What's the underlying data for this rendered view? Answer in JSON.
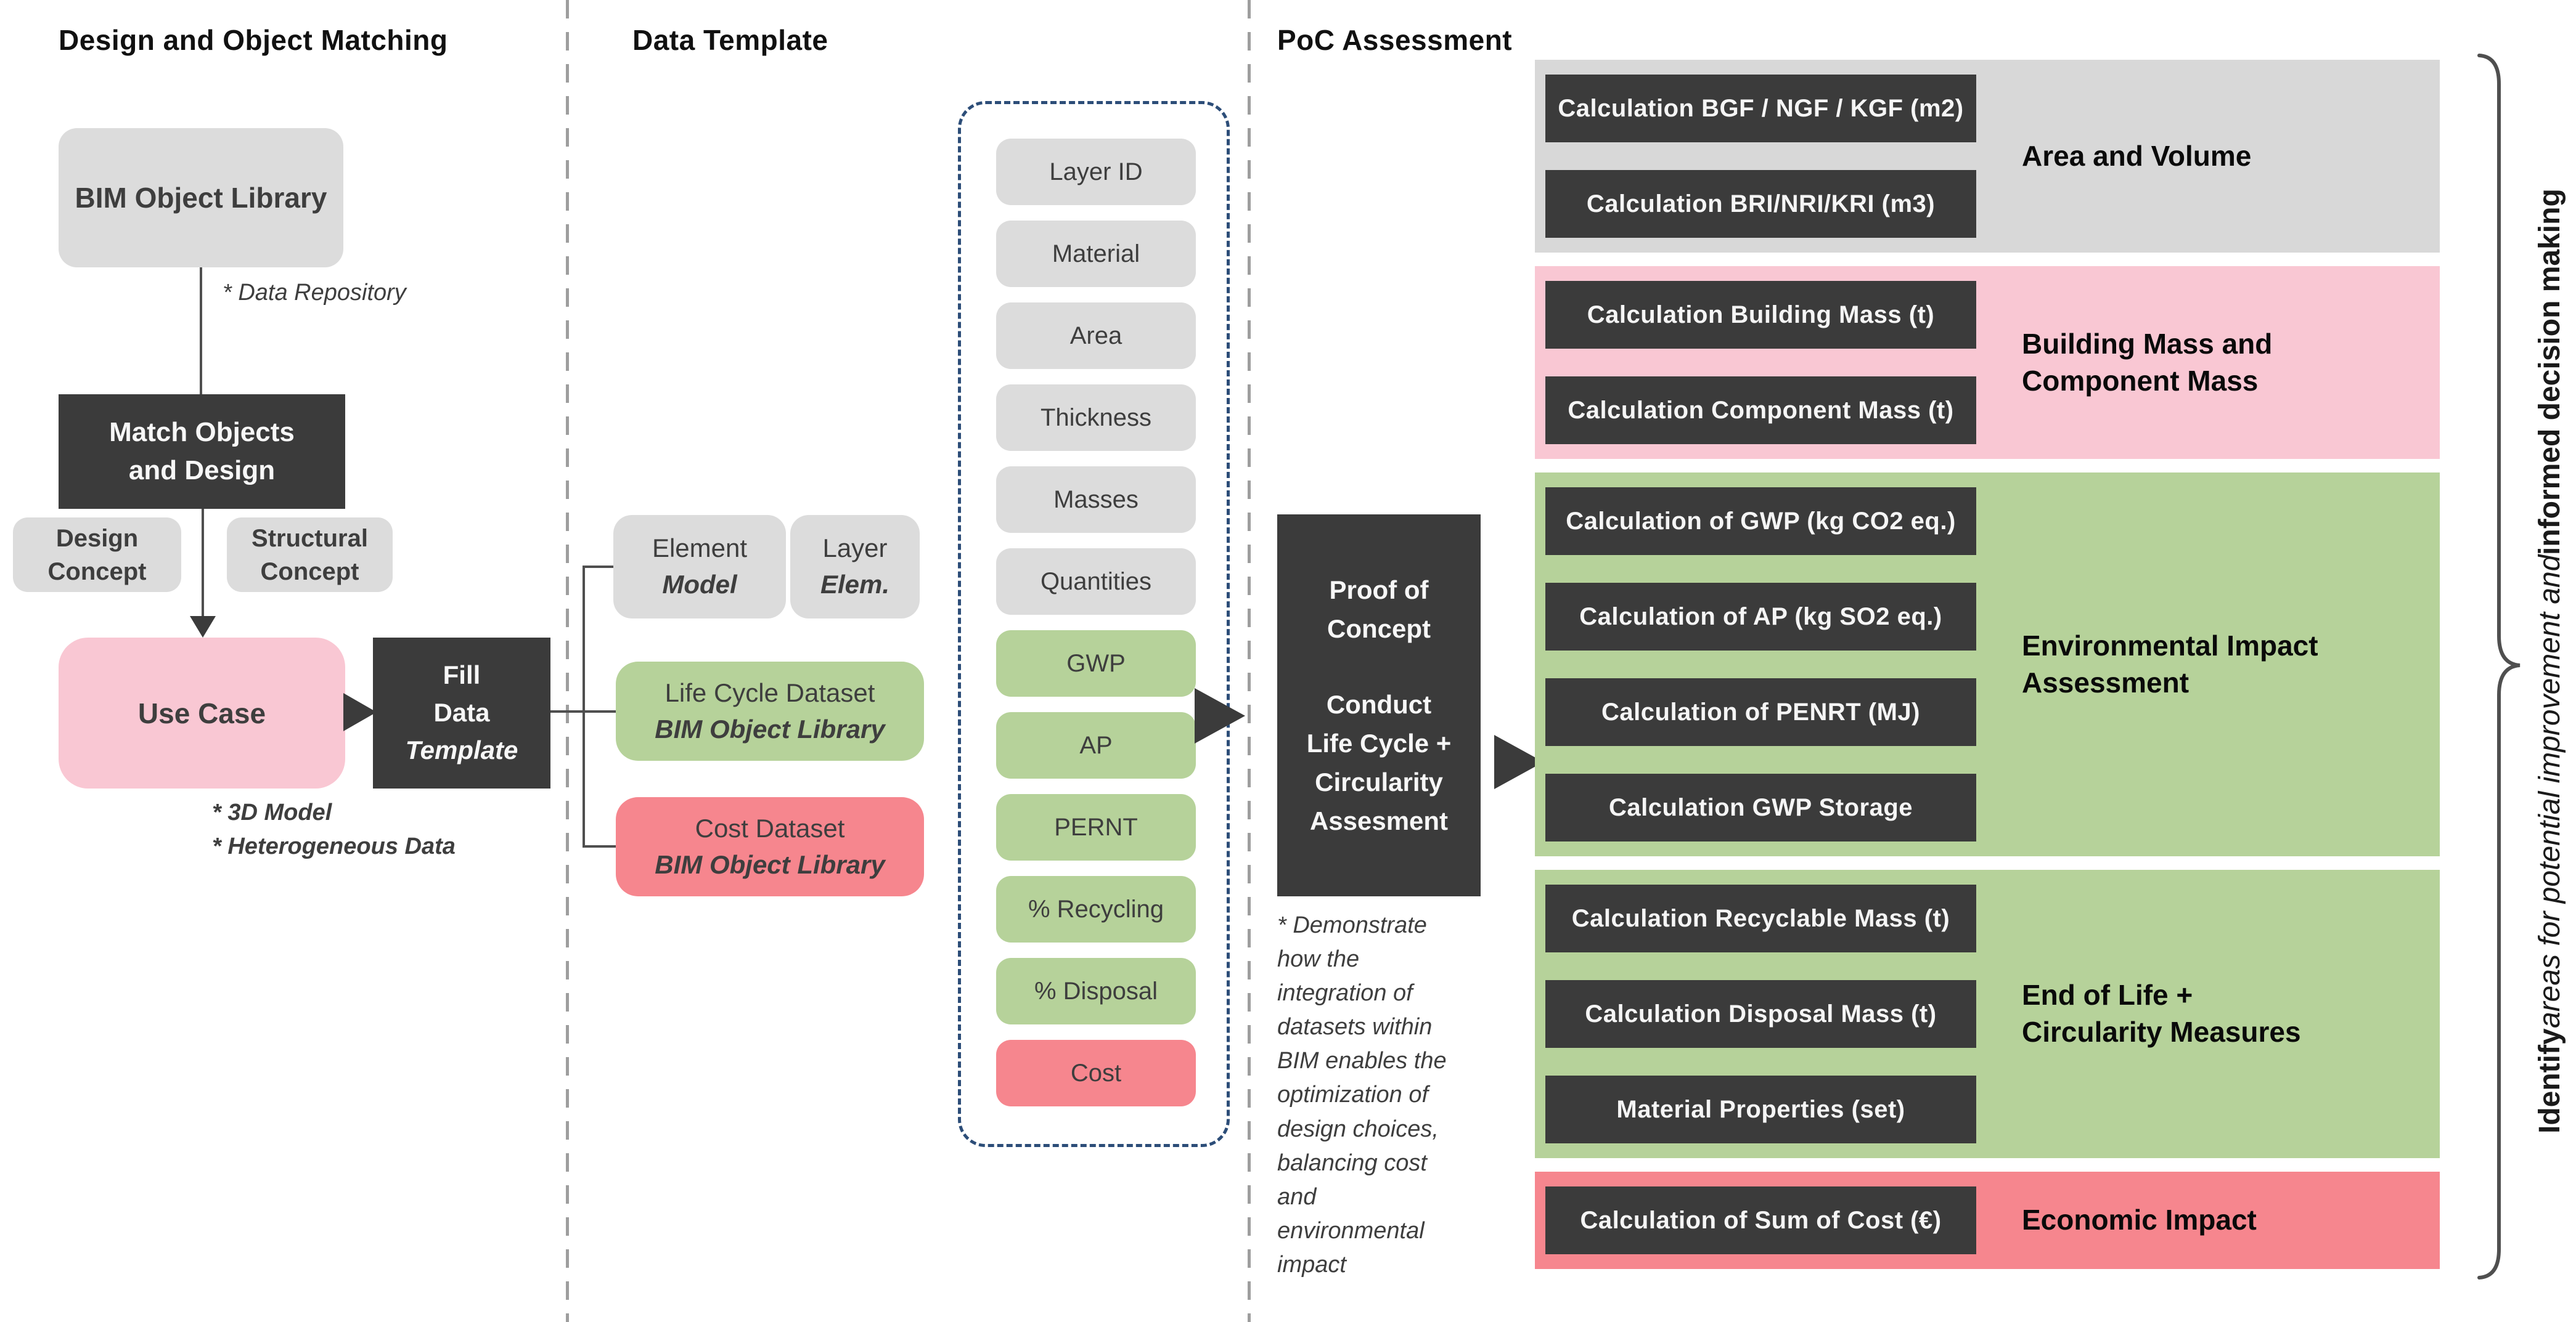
{
  "titles": {
    "left": "Design and Object Matching",
    "middle": "Data Template",
    "right": "PoC Assessment"
  },
  "left_column": {
    "bim_object_library": "BIM Object Library",
    "data_repository_note": "* Data Repository",
    "match_objects": "Match Objects\nand Design",
    "design_concept": "Design\nConcept",
    "structural_concept": "Structural\nConcept",
    "use_case": "Use Case",
    "fill_data_lines": "Fill\nData",
    "fill_data_italic": "Template",
    "model_notes": "* 3D Model\n* Heterogeneous Data"
  },
  "data_template": {
    "element_box": {
      "title": "Element",
      "subtitle": "Model"
    },
    "layer_box": {
      "title": "Layer",
      "subtitle": "Elem."
    },
    "lifecycle_box": {
      "title": "Life Cycle Dataset",
      "subtitle": "BIM Object Library"
    },
    "cost_box": {
      "title": "Cost Dataset",
      "subtitle": "BIM Object Library"
    },
    "fields": [
      {
        "label": "Layer ID",
        "color": "gray"
      },
      {
        "label": "Material",
        "color": "gray"
      },
      {
        "label": "Area",
        "color": "gray"
      },
      {
        "label": "Thickness",
        "color": "gray"
      },
      {
        "label": "Masses",
        "color": "gray"
      },
      {
        "label": "Quantities",
        "color": "gray"
      },
      {
        "label": "GWP",
        "color": "green"
      },
      {
        "label": "AP",
        "color": "green"
      },
      {
        "label": "PERNT",
        "color": "green"
      },
      {
        "label": "% Recycling",
        "color": "green"
      },
      {
        "label": "% Disposal",
        "color": "green"
      },
      {
        "label": "Cost",
        "color": "red"
      }
    ]
  },
  "poc": {
    "proof_heading": "Proof of\nConcept",
    "proof_body": "Conduct\nLife Cycle +\nCircularity\nAssesment",
    "demonstrate_note": "* Demonstrate\nhow the\nintegration of\ndatasets within\nBIM enables the\noptimization of\ndesign choices,\nbalancing cost\nand\nenvironmental\nimpact",
    "groups": [
      {
        "label": "Area and Volume",
        "color": "gray",
        "boxes": [
          "Calculation BGF / NGF / KGF (m2)",
          "Calculation BRI/NRI/KRI (m3)"
        ]
      },
      {
        "label": "Building Mass and\nComponent Mass",
        "color": "pink",
        "boxes": [
          "Calculation Building Mass (t)",
          "Calculation Component Mass (t)"
        ]
      },
      {
        "label": "Environmental Impact\nAssessment",
        "color": "green",
        "boxes": [
          "Calculation of GWP (kg CO2 eq.)",
          "Calculation of AP (kg SO2 eq.)",
          "Calculation of PENRT (MJ)",
          "Calculation GWP Storage"
        ]
      },
      {
        "label": "End of Life +\nCircularity Measures",
        "color": "green",
        "boxes": [
          "Calculation Recyclable Mass (t)",
          "Calculation Disposal Mass (t)",
          "Material Properties (set)"
        ]
      },
      {
        "label": "Economic Impact",
        "color": "red",
        "boxes": [
          "Calculation of Sum of Cost (€)"
        ]
      }
    ],
    "side_text_bold1": "Identify",
    "side_text_italic": " areas for potential improvement and ",
    "side_text_bold2": "informed decision making"
  },
  "colors": {
    "charcoal": "#3b3b3b",
    "light_gray": "#dcdcdc",
    "band_gray": "#d8d8d8",
    "light_pink": "#f9c7d3",
    "salmon": "#f6868e",
    "green": "#b6d29a",
    "dashed_blue": "#2c4d78",
    "divider_gray": "#9e9e9e"
  }
}
